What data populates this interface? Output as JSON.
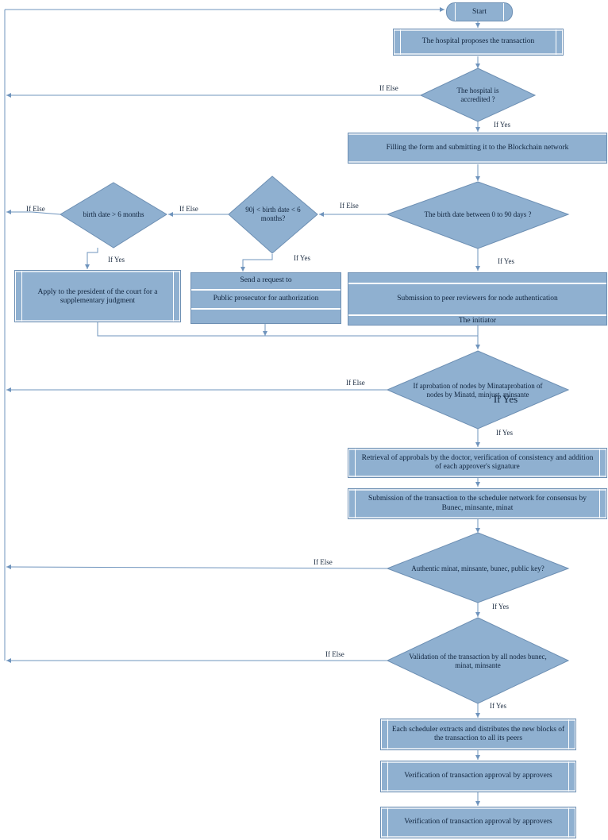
{
  "start": "Start",
  "proposes": "The hospital proposes the transaction",
  "accredited": "The hospital is accredited ?",
  "filling": "Filling the form and submitting it to the Blockchain network",
  "birth_between": "The birth date between 0 to 90 days ?",
  "birth_mid": "90j < birth date < 6 months?",
  "birth_gt6": "birth date > 6 months",
  "apply_president": "Apply to the president of the court for a supplementary judgment",
  "send_request": "Send a request to",
  "public_prosecutor": "Public prosecutor for authorization",
  "submission_peer": "Submission to peer reviewers for node authentication",
  "initiator": "The initiator",
  "approbation": "If aprobation of nodes by Minataprobation of nodes by Minatd, minjust, minsante",
  "approbation_overlay": "If Yes",
  "retrieval": "Retrieval of approbals by the doctor, verification of consistency and addition of each approver's signature",
  "submission_scheduler": "Submission of the transaction to the scheduler network for consensus by Bunec, minsante, minat",
  "authentic": "Authentic minat, minsante, bunec, public key?",
  "validation": "Validation of the transaction by all nodes bunec, minat, minsante",
  "each_scheduler": "Each scheduler extracts and distributes the new blocks of the transaction to all its peers",
  "verification_1": "Verification of transaction approval by approvers",
  "verification_2": "Verification of transaction approval by approvers",
  "labels": {
    "if_else": "If Else",
    "if_yes": "If Yes"
  },
  "colors": {
    "fill": "#8fb0d0",
    "border": "#6d8fb3",
    "line": "#6f94bd"
  }
}
